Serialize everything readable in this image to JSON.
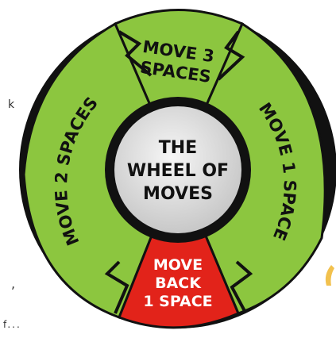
{
  "wheel": {
    "title_lines": [
      "THE",
      "WHEEL OF",
      "MOVES"
    ],
    "segments": [
      {
        "lines": [
          "MOVE 3",
          "SPACES"
        ],
        "color": "#8cc63f"
      },
      {
        "lines": [
          "MOVE 1 SPACE"
        ],
        "color": "#8cc63f"
      },
      {
        "lines": [
          "MOVE",
          "BACK",
          "1 SPACE"
        ],
        "color": "#e2231a"
      },
      {
        "lines": [
          "MOVE 2 SPACES"
        ],
        "color": "#8cc63f"
      }
    ]
  },
  "background_fragments": {
    "left_top": "k",
    "left_mid": ",",
    "left_bottom": "f..."
  },
  "colors": {
    "green": "#8cc63f",
    "red": "#e2231a",
    "outline": "#111111",
    "center": "#dcdcdc"
  }
}
